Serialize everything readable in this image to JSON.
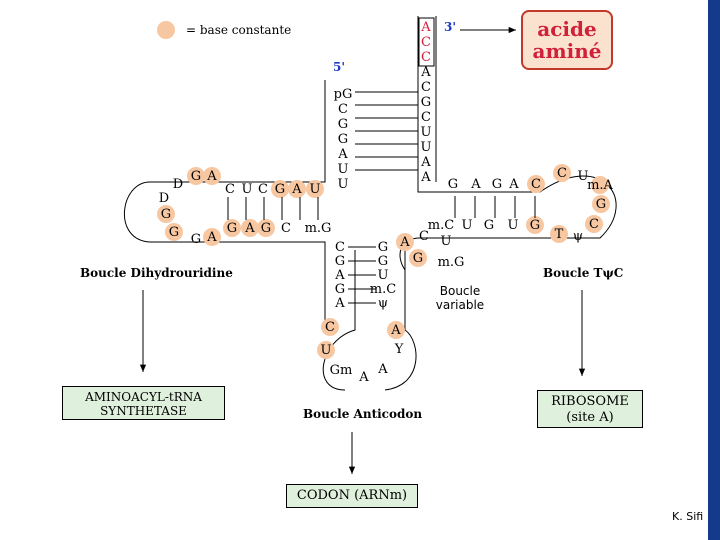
{
  "legend": {
    "label": "= base constante",
    "circle_color": "#f7c7a2"
  },
  "amino_acid": {
    "line1": "acide",
    "line2": "aminé"
  },
  "ends": {
    "three_prime": "3'",
    "five_prime": "5'"
  },
  "acceptor_stem": {
    "top_strand": [
      "A",
      "C",
      "C",
      "A",
      "C",
      "G",
      "C",
      "U",
      "U",
      "A",
      "A"
    ],
    "top_constant": [
      true,
      true,
      true,
      false,
      false,
      false,
      false,
      false,
      false,
      false,
      false
    ],
    "left_strand": [
      "pG",
      "C",
      "G",
      "G",
      "A",
      "U",
      "U"
    ]
  },
  "d_arm": {
    "stem_top": [
      "C",
      "U",
      "C",
      "G",
      "A",
      "U"
    ],
    "loop": [
      "D",
      "G",
      "A",
      "D",
      "G",
      "G",
      "G",
      "A"
    ],
    "stem_bottom": [
      "G",
      "A",
      "G",
      "C",
      "m.G"
    ]
  },
  "t_arm": {
    "stem_top": [
      "G",
      "A",
      "G",
      "A",
      "C"
    ],
    "loop": [
      "C",
      "U",
      "m.A",
      "G",
      "C",
      "ψ",
      "T"
    ],
    "stem_bottom": [
      "m.C",
      "U",
      "G",
      "U",
      "G"
    ]
  },
  "anticodon_arm": {
    "left_strand": [
      "C",
      "G",
      "A",
      "G",
      "A"
    ],
    "right_strand": [
      "G",
      "G",
      "U",
      "m.C",
      "ψ"
    ],
    "loop": [
      "C",
      "U",
      "Gm",
      "A",
      "A",
      "Y",
      "A"
    ]
  },
  "variable_loop": {
    "bases": [
      "C",
      "A",
      "G",
      "U",
      "m.G"
    ],
    "label": "Boucle variable"
  },
  "loop_labels": {
    "d_loop": "Boucle Dihydrouridine",
    "t_loop": "Boucle TψC",
    "anticodon": "Boucle Anticodon"
  },
  "boxes": {
    "synthetase": [
      "AMINOACYL-tRNA",
      "SYNTHETASE"
    ],
    "ribosome": [
      "RIBOSOME",
      "(site A)"
    ],
    "codon": "CODON (ARNm)"
  },
  "credit": "K. Sifi",
  "colors": {
    "constant_base": "#f7c7a2",
    "stem_red": "#d0203a",
    "end_blue": "#1a3cc7",
    "box_fill": "#dff0dc",
    "frame": "#143a8c"
  }
}
